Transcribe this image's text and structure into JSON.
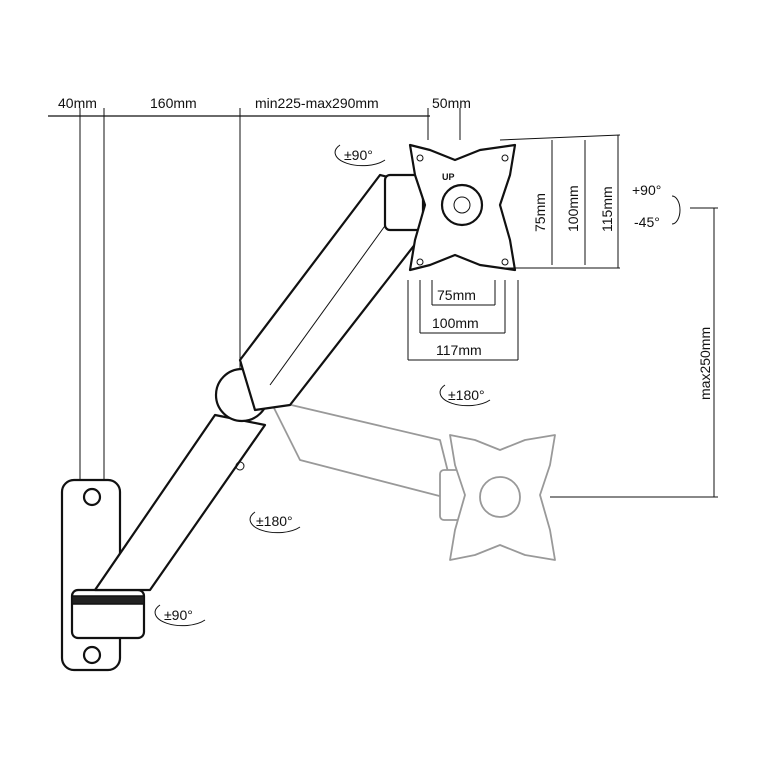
{
  "dimensions": {
    "top": [
      "40mm",
      "160mm",
      "min225-max290mm",
      "50mm"
    ],
    "vesa_vertical": [
      "75mm",
      "100mm",
      "115mm"
    ],
    "vesa_horizontal": [
      "75mm",
      "100mm",
      "117mm"
    ],
    "height_range": "max250mm"
  },
  "rotations": {
    "plate_rotation": "±90°",
    "tilt_up": "+90°",
    "tilt_down": "-45°",
    "swivel_head": "±180°",
    "swivel_elbow": "±180°",
    "swivel_base": "±90°"
  },
  "plate_label": "UP"
}
